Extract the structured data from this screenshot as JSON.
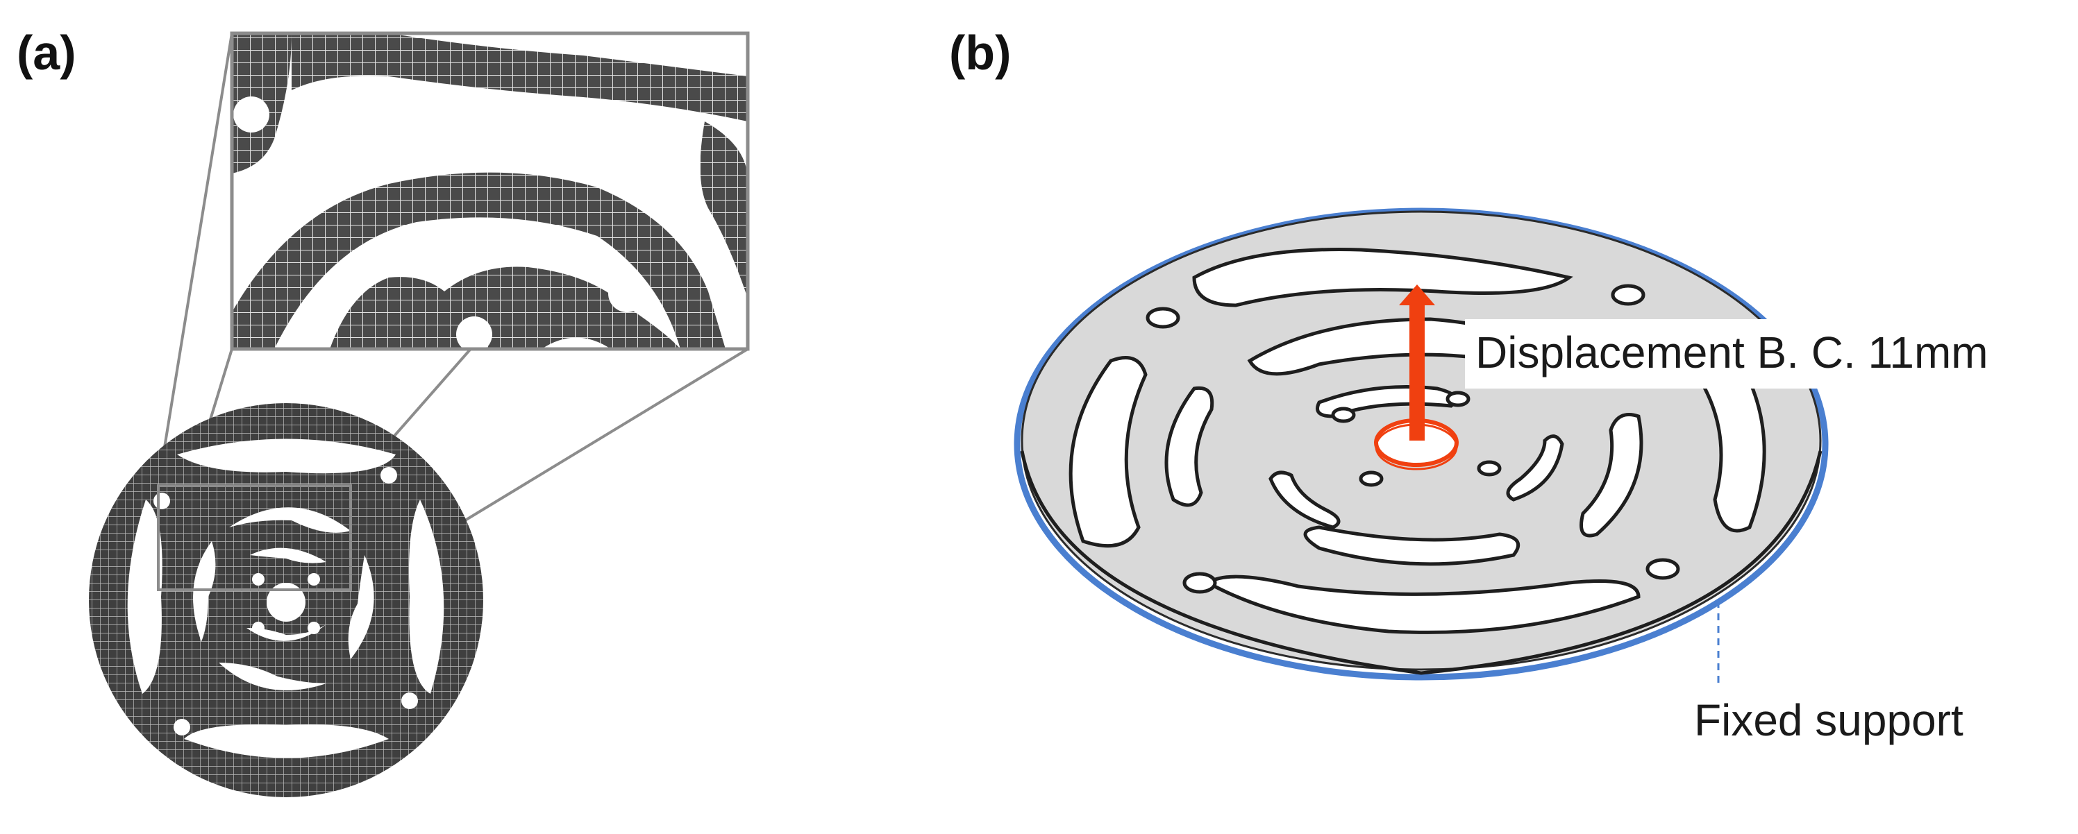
{
  "figure": {
    "panel_a": {
      "label": "(a)"
    },
    "panel_b": {
      "label": "(b)",
      "displacement_label": "Displacement B. C. 11mm",
      "support_label": "Fixed support"
    }
  },
  "colors": {
    "mesh_dark": "#3a3a3a",
    "mesh_line": "#cfcfcf",
    "plate_fill": "#d9d9d9",
    "plate_edge": "#2b2b2b",
    "support_ring": "#4a7fd0",
    "displacement_arrow": "#f04010",
    "zoom_frame": "#8c8c8c"
  }
}
